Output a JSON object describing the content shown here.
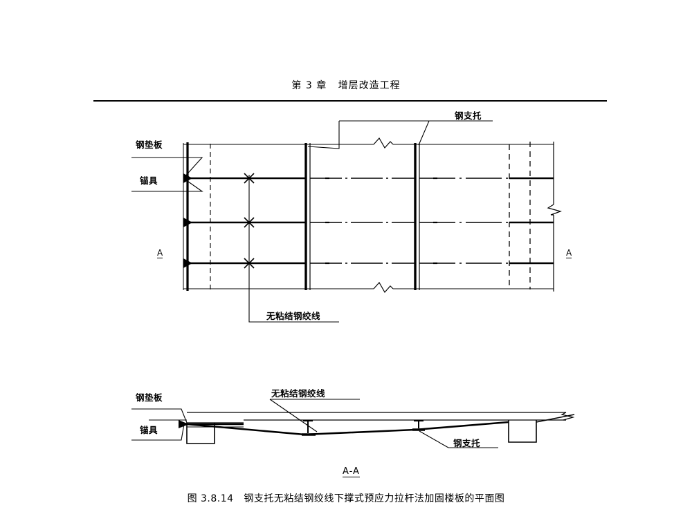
{
  "page": {
    "header_title": "第 3 章   增层改造工程",
    "caption": "图 3.8.14   钢支托无粘结钢绞线下撑式预应力拉杆法加固楼板的平面图",
    "background_color": "#ffffff",
    "ink_color": "#000000"
  },
  "plan_view": {
    "name": "楼板加固平面图",
    "labels": {
      "steel_bearing_plate": "钢垫板",
      "anchorage": "锚具",
      "steel_bracket": "钢支托",
      "unbonded_strand": "无粘结钢绞线"
    },
    "section_markers": {
      "left": "A",
      "right": "A"
    }
  },
  "section_view": {
    "name": "A-A 剖面图",
    "title": "A-A",
    "labels": {
      "steel_bearing_plate": "钢垫板",
      "anchorage": "锚具",
      "unbonded_strand": "无粘结钢绞线",
      "steel_bracket": "钢支托"
    }
  }
}
